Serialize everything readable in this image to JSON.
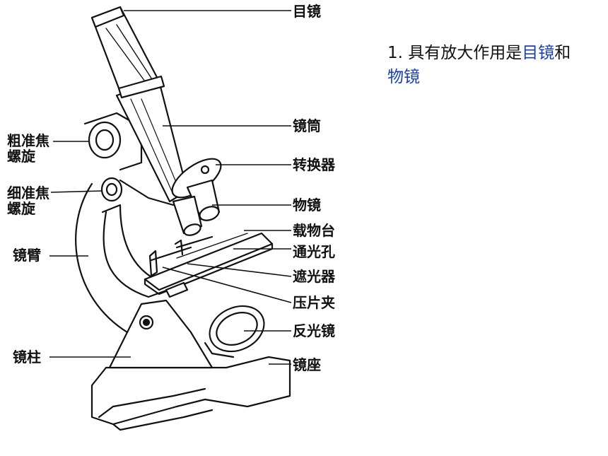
{
  "labels_right": [
    {
      "id": "eyepiece",
      "text": "目镜"
    },
    {
      "id": "tube",
      "text": "镜筒"
    },
    {
      "id": "nosepiece",
      "text": "转换器"
    },
    {
      "id": "objective",
      "text": "物镜"
    },
    {
      "id": "stage",
      "text": "载物台"
    },
    {
      "id": "aperture",
      "text": "通光孔"
    },
    {
      "id": "diaphragm",
      "text": "遮光器"
    },
    {
      "id": "clip",
      "text": "压片夹"
    },
    {
      "id": "mirror",
      "text": "反光镜"
    },
    {
      "id": "base",
      "text": "镜座"
    }
  ],
  "labels_left": [
    {
      "id": "coarse",
      "text": "粗准焦螺旋"
    },
    {
      "id": "fine",
      "text": "细准焦螺旋"
    },
    {
      "id": "arm",
      "text": "镜臂"
    },
    {
      "id": "pillar",
      "text": "镜柱"
    }
  ],
  "note": {
    "number": "1.",
    "prefix": "具有放大作用是",
    "highlight1": "目镜",
    "joiner": "和",
    "highlight2": "物镜"
  }
}
